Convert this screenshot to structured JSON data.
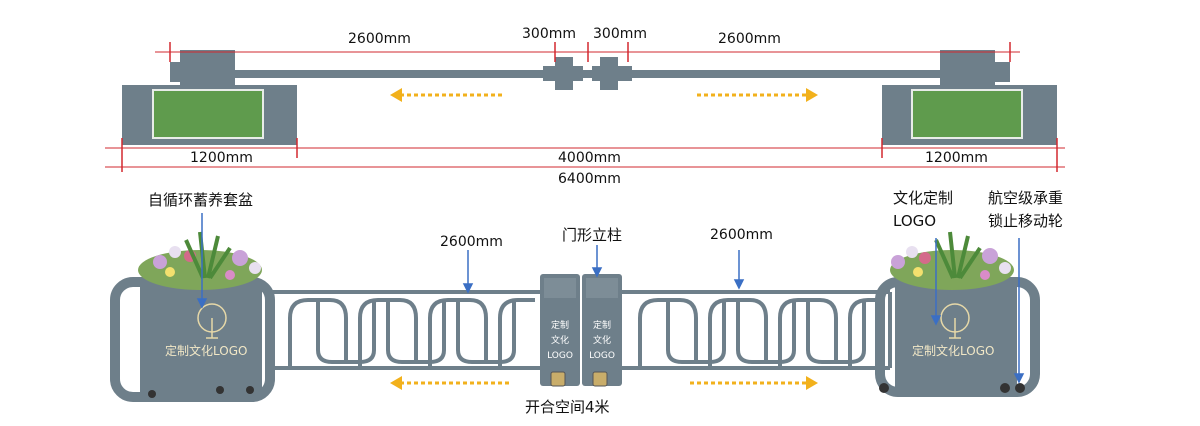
{
  "plan": {
    "dims": {
      "left_span": "2600mm",
      "center_left": "300mm",
      "center_right": "300mm",
      "right_span": "2600mm",
      "left_planter": "1200mm",
      "middle": "4000mm",
      "right_planter": "1200mm",
      "total": "6400mm"
    }
  },
  "elevation": {
    "planter_label": "自循环蓄养套盆",
    "left_span": "2600mm",
    "post_label": "门形立柱",
    "right_span": "2600mm",
    "logo_label_line1": "文化定制",
    "logo_label_line2": "LOGO",
    "wheel_label_line1": "航空级承重",
    "wheel_label_line2": "锁止移动轮",
    "opening_label": "开合空间4米",
    "planter_logo_left": "定制文化LOGO",
    "planter_logo_right": "定制文化LOGO",
    "post_text_left": [
      "定制",
      "文化",
      "LOGO"
    ],
    "post_text_right": [
      "定制",
      "文化",
      "LOGO"
    ]
  },
  "colors": {
    "frame": "#6e7f8a",
    "frame_dark": "#55646e",
    "green_panel": "#5f9b4d",
    "dim_line": "#d2282f",
    "arrow": "#f2b11c",
    "pointer": "#3b6fc4"
  }
}
